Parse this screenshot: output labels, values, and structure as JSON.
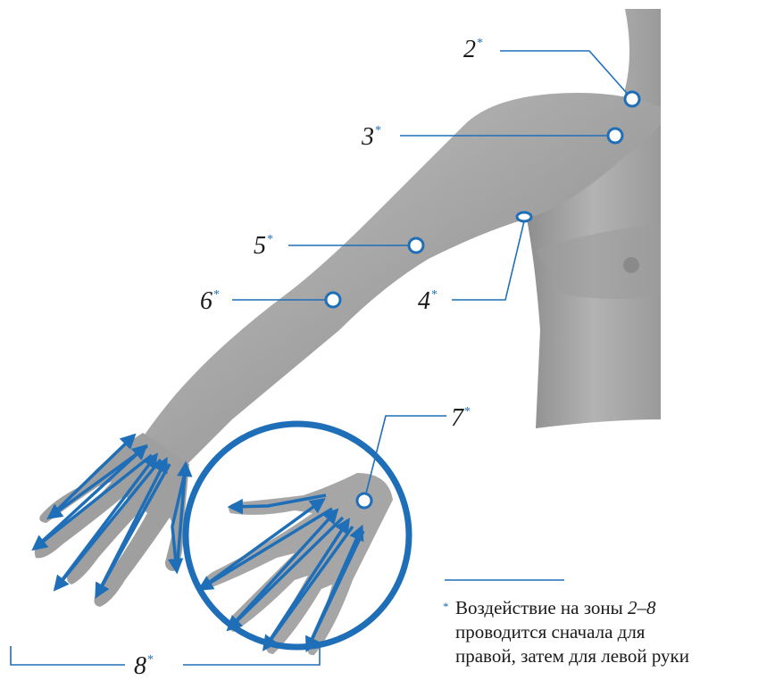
{
  "zones": [
    {
      "id": "2",
      "label": "2",
      "star": "*"
    },
    {
      "id": "3",
      "label": "3",
      "star": "*"
    },
    {
      "id": "4",
      "label": "4",
      "star": "*"
    },
    {
      "id": "5",
      "label": "5",
      "star": "*"
    },
    {
      "id": "6",
      "label": "6",
      "star": "*"
    },
    {
      "id": "7",
      "label": "7",
      "star": "*"
    },
    {
      "id": "8",
      "label": "8",
      "star": "*"
    }
  ],
  "footnote": {
    "star": "*",
    "line1_prefix": "Воздействие на зоны ",
    "line1_range": "2–8",
    "line2": "проводится сначала для",
    "line3": "правой, затем для левой руки"
  },
  "colors": {
    "accent": "#1f6fb8",
    "skin": "#a9a9a9",
    "skin_dark": "#7d7d7d",
    "text": "#1a1a1a"
  }
}
